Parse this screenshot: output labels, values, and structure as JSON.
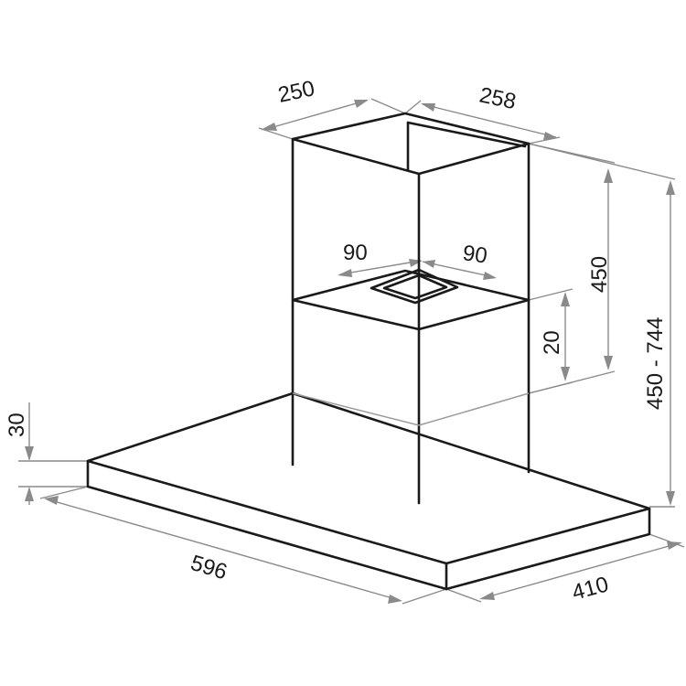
{
  "diagram": {
    "colors": {
      "outline": "#1a1a1a",
      "dimension": "#8a8a8a",
      "background": "#ffffff"
    },
    "dimensions": {
      "chimney_depth": "250",
      "chimney_width": "258",
      "outlet_left": "90",
      "outlet_right": "90",
      "chimney_upper_height": "450",
      "total_height": "450 - 744",
      "chimney_lower_height": "20",
      "canopy_thickness": "30",
      "canopy_width": "596",
      "canopy_depth": "410"
    }
  }
}
